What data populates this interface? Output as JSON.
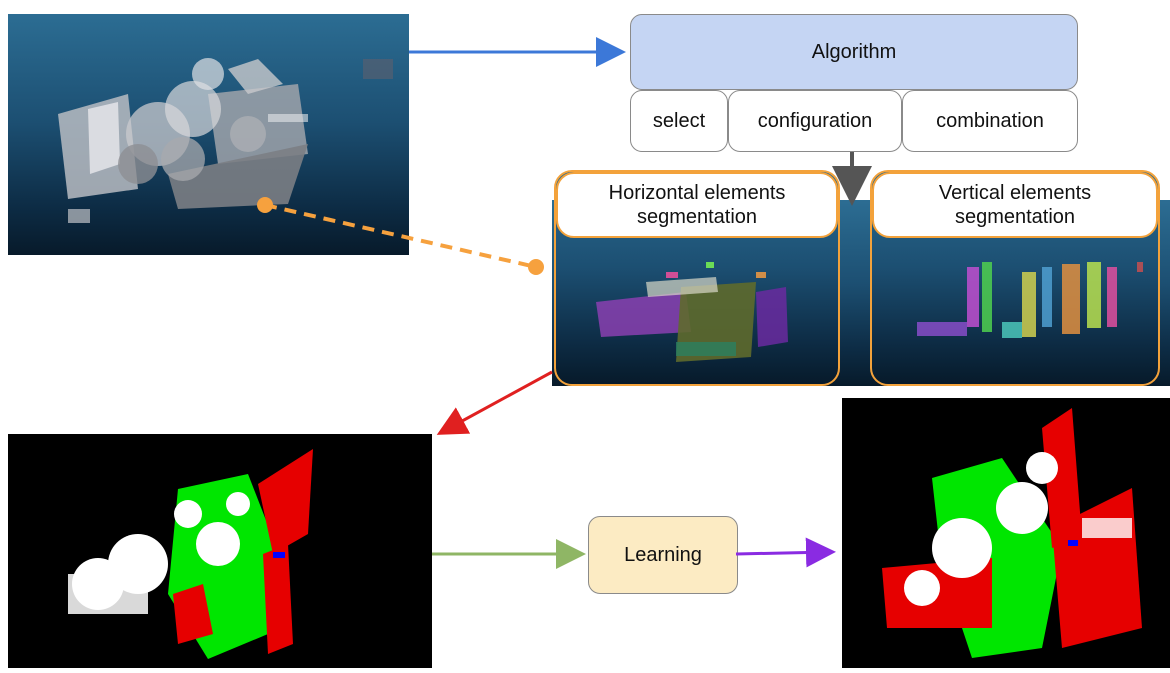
{
  "algorithm": {
    "title": "Algorithm",
    "options": [
      "select",
      "configuration",
      "combination"
    ]
  },
  "segmentation": {
    "horizontal": "Horizontal elements\nsegmentation",
    "vertical": "Vertical elements\nsegmentation"
  },
  "learning": {
    "label": "Learning"
  },
  "colors": {
    "algorithm_box": "#c5d5f3",
    "learning_box": "#fcebc3",
    "segment_border": "#f3a23b",
    "arrow_to_algorithm": "#3c78d8",
    "arrow_to_segmentation": "#f6a13e",
    "arrow_to_labeled": "#e02020",
    "arrow_to_learning": "#8fb665",
    "arrow_from_learning": "#8a2be2",
    "class_ground": "#00ff00",
    "class_facade": "#ff0000",
    "class_other": "#ffffff"
  }
}
